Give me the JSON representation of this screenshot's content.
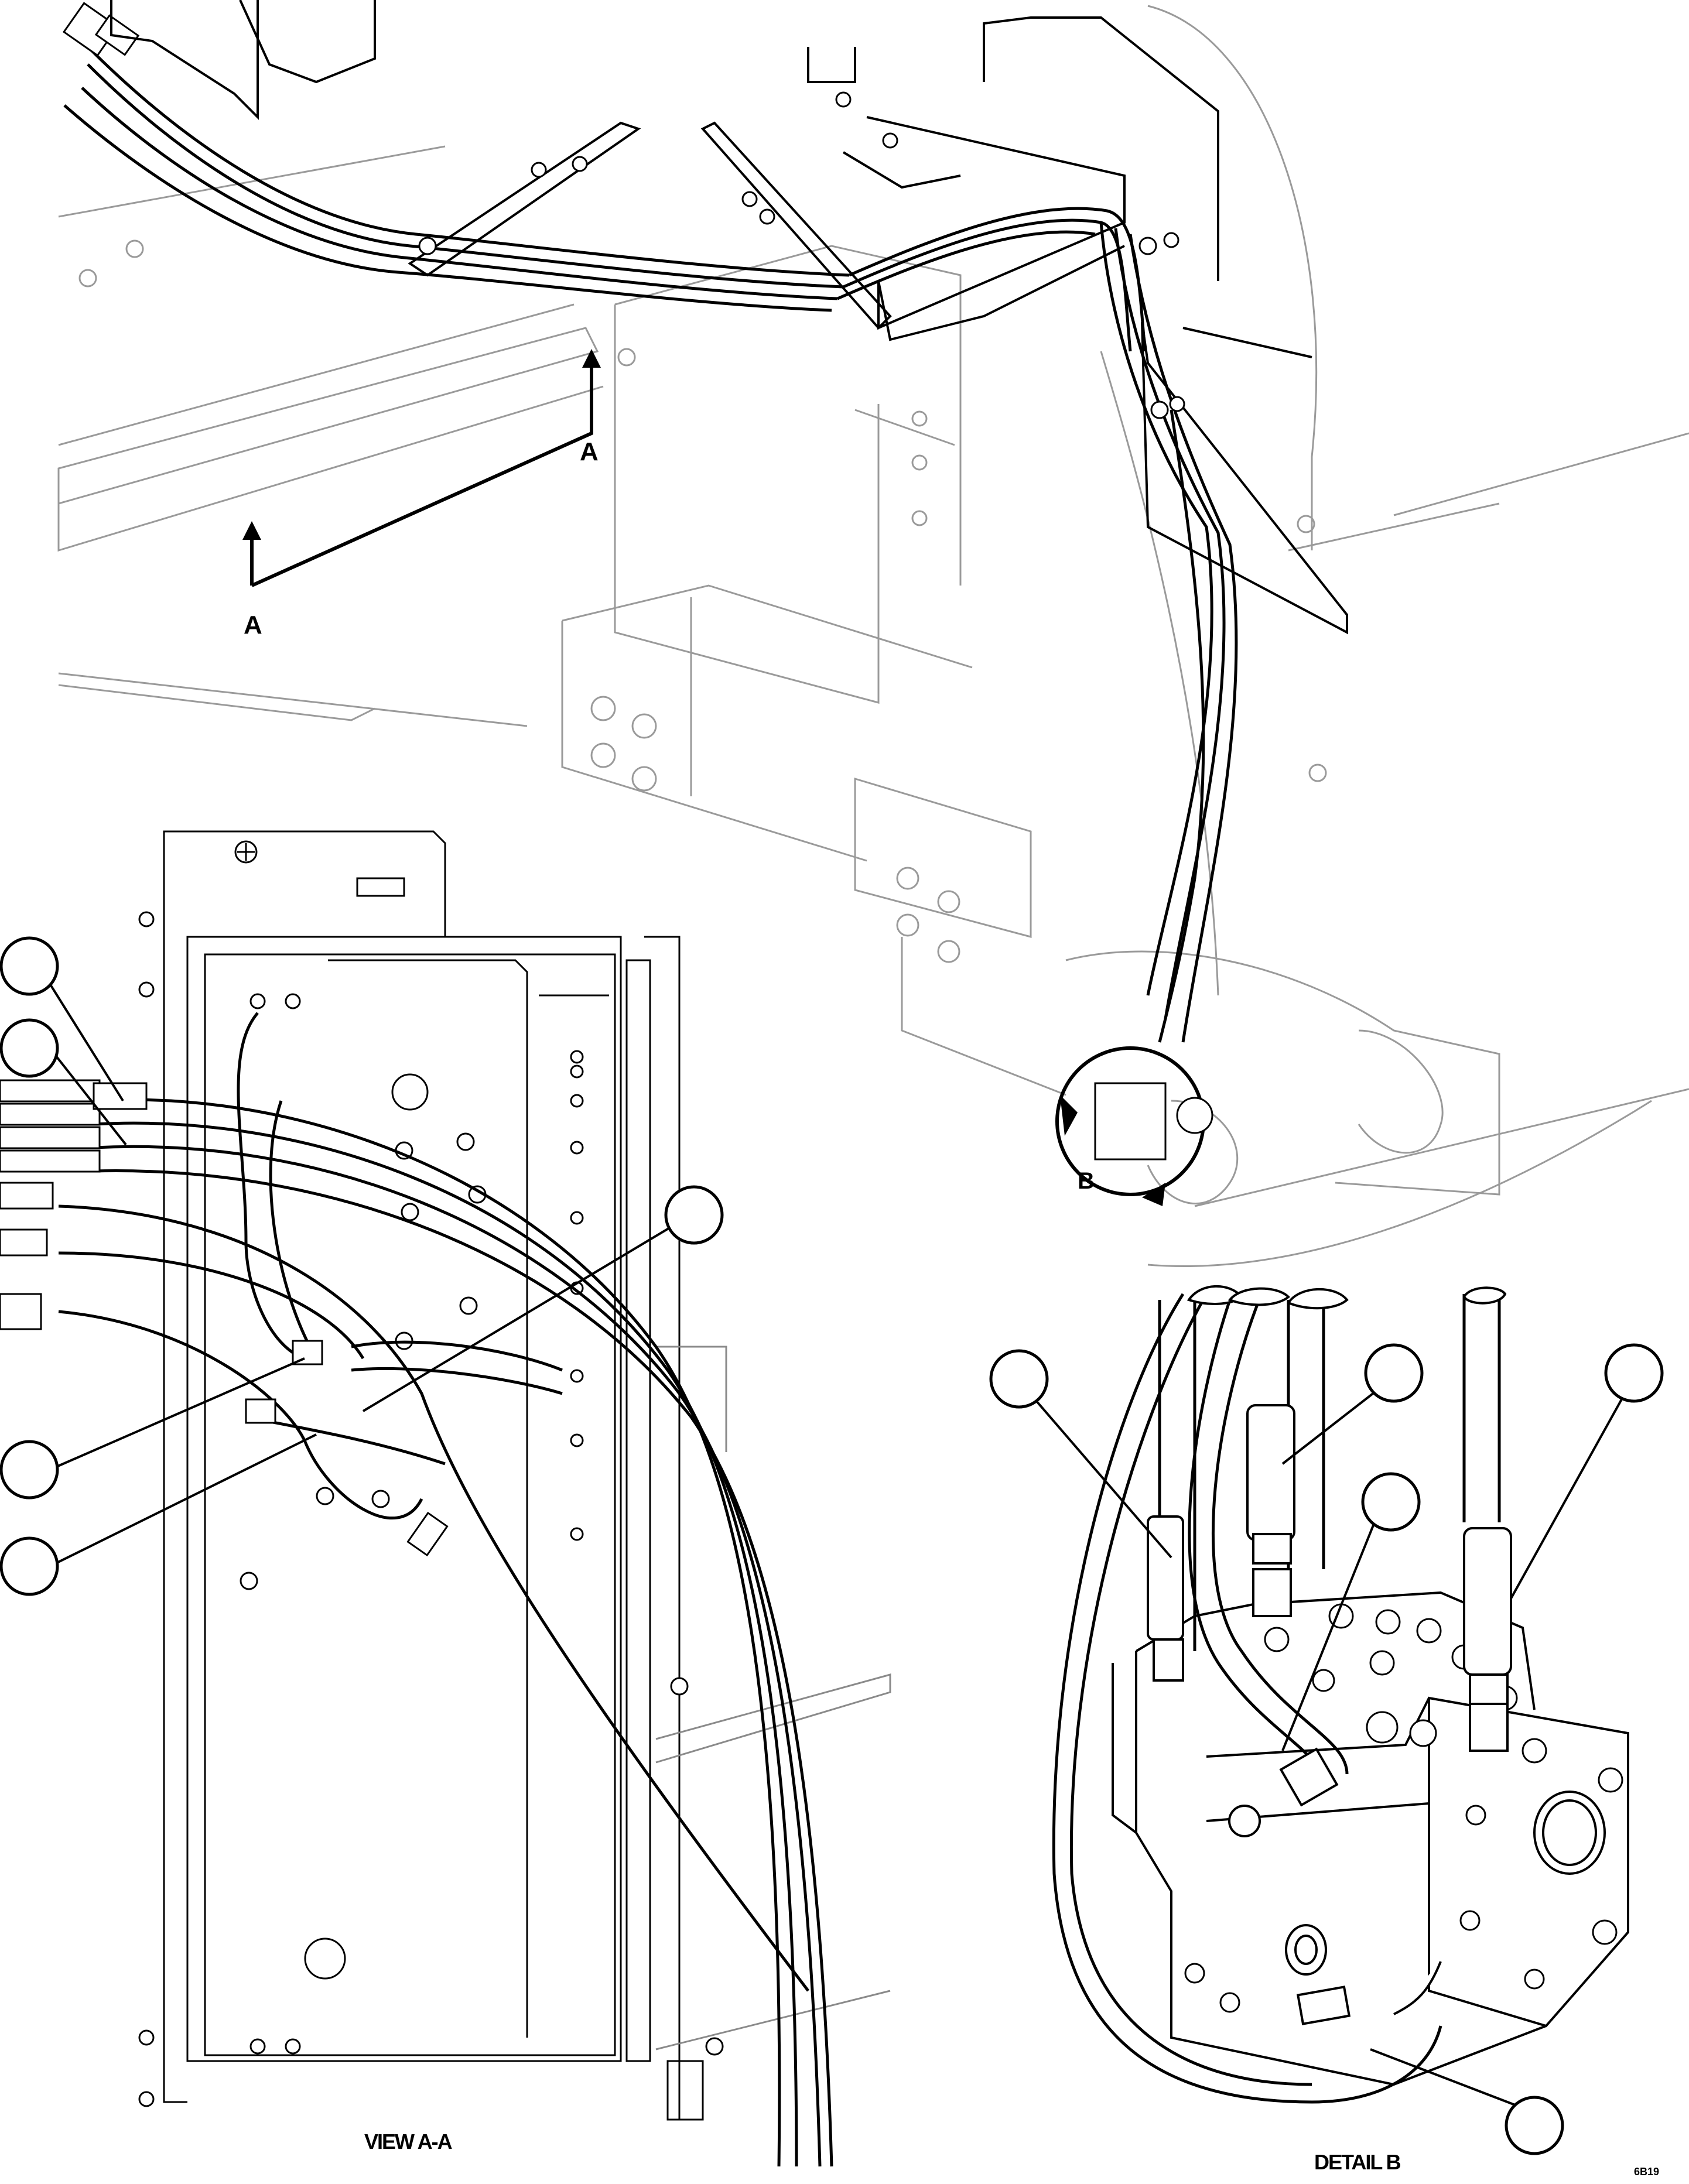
{
  "section_marks": {
    "a_lower": "A",
    "a_upper": "A",
    "b": "B"
  },
  "captions": {
    "view_aa": "VIEW A-A",
    "detail_b": "DETAIL B"
  },
  "figure_id": "6B19",
  "callouts": {
    "count_view_aa": 5,
    "count_detail_b": 5,
    "numbers_shown": false
  },
  "colors": {
    "line": "#000000",
    "background": "#ffffff",
    "light_line": "#8a8a8a"
  }
}
